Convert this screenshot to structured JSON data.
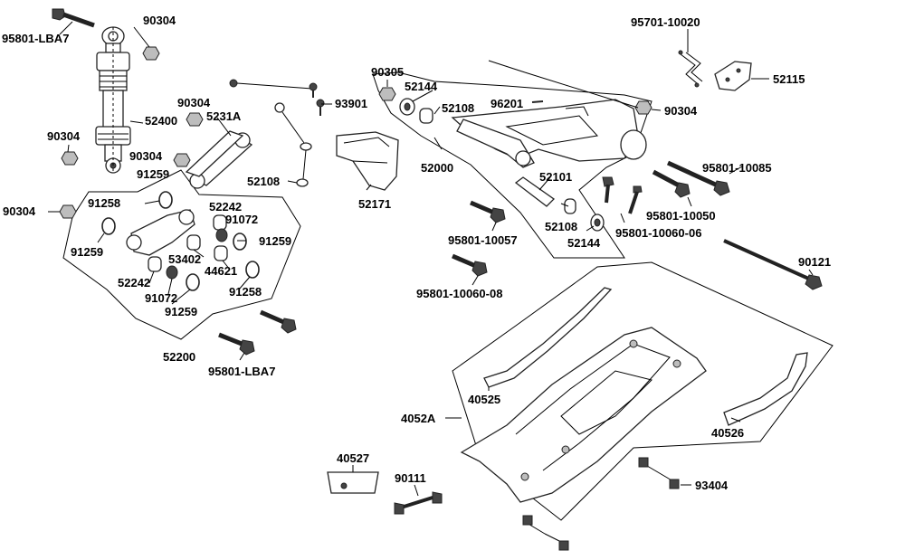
{
  "diagram": {
    "labels": {
      "l_95801_LBA7_top": "95801-LBA7",
      "l_90304_a": "90304",
      "l_90304_b": "90304",
      "l_90304_c": "90304",
      "l_90304_d": "90304",
      "l_90304_e": "90304",
      "l_90304_f": "90304",
      "l_52400": "52400",
      "l_5231A": "5231A",
      "l_93901": "93901",
      "l_52108_a": "52108",
      "l_52108_b": "52108",
      "l_52108_c": "52108",
      "l_90305": "90305",
      "l_52144_a": "52144",
      "l_52144_b": "52144",
      "l_96201": "96201",
      "l_52000": "52000",
      "l_52171": "52171",
      "l_52101": "52101",
      "l_95701_10020": "95701-10020",
      "l_52115": "52115",
      "l_95801_10085": "95801-10085",
      "l_95801_10050": "95801-10050",
      "l_95801_10060_06": "95801-10060-06",
      "l_95801_10057": "95801-10057",
      "l_95801_10060_08": "95801-10060-08",
      "l_90121": "90121",
      "l_91258_a": "91258",
      "l_91258_b": "91258",
      "l_91259_a": "91259",
      "l_91259_b": "91259",
      "l_91259_c": "91259",
      "l_91259_d": "91259",
      "l_52242_a": "52242",
      "l_52242_b": "52242",
      "l_91072_a": "91072",
      "l_91072_b": "91072",
      "l_53402": "53402",
      "l_44621": "44621",
      "l_52200": "52200",
      "l_95801_LBA7_bot": "95801-LBA7",
      "l_40525": "40525",
      "l_4052A": "4052A",
      "l_40526": "40526",
      "l_40527": "40527",
      "l_90111": "90111",
      "l_93404": "93404"
    }
  }
}
